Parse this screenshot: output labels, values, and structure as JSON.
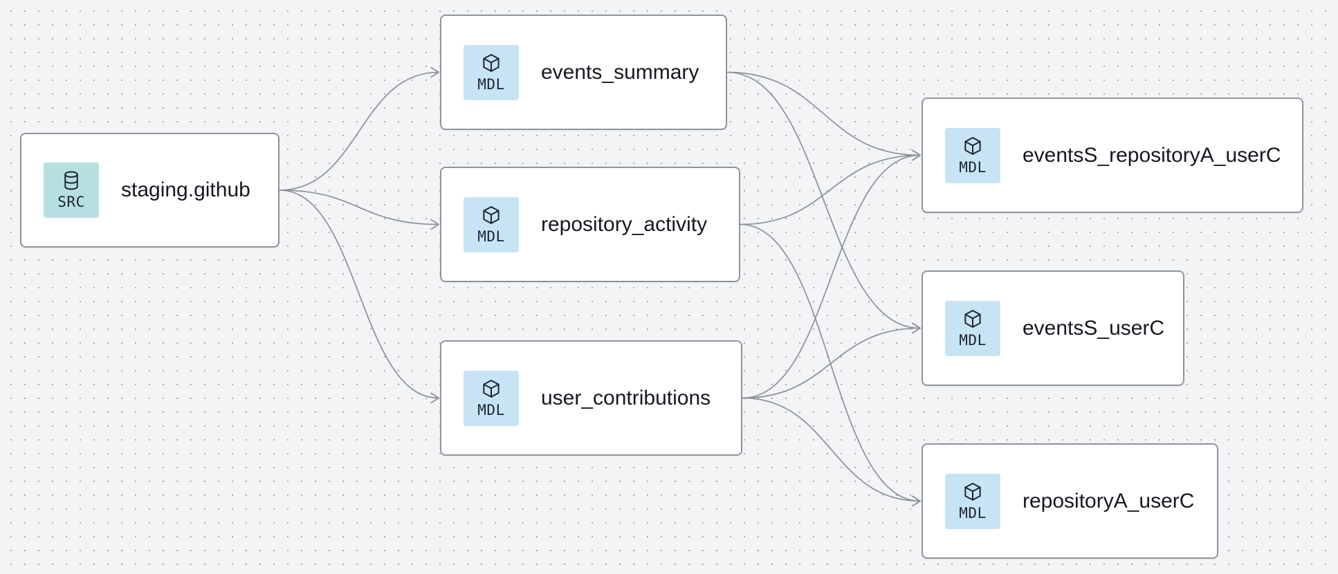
{
  "nodes": [
    {
      "id": "staging_github",
      "label": "staging.github",
      "badge": "SRC",
      "icon": "database-icon"
    },
    {
      "id": "events_summary",
      "label": "events_summary",
      "badge": "MDL",
      "icon": "cube-icon"
    },
    {
      "id": "repository_activity",
      "label": "repository_activity",
      "badge": "MDL",
      "icon": "cube-icon"
    },
    {
      "id": "user_contributions",
      "label": "user_contributions",
      "badge": "MDL",
      "icon": "cube-icon"
    },
    {
      "id": "eventsS_repositoryA_userC",
      "label": "eventsS_repositoryA_userC",
      "badge": "MDL",
      "icon": "cube-icon"
    },
    {
      "id": "eventsS_userC",
      "label": "eventsS_userC",
      "badge": "MDL",
      "icon": "cube-icon"
    },
    {
      "id": "repositoryA_userC",
      "label": "repositoryA_userC",
      "badge": "MDL",
      "icon": "cube-icon"
    }
  ],
  "edges": [
    {
      "from": "staging_github",
      "to": "events_summary"
    },
    {
      "from": "staging_github",
      "to": "repository_activity"
    },
    {
      "from": "staging_github",
      "to": "user_contributions"
    },
    {
      "from": "events_summary",
      "to": "eventsS_repositoryA_userC"
    },
    {
      "from": "events_summary",
      "to": "eventsS_userC"
    },
    {
      "from": "repository_activity",
      "to": "eventsS_repositoryA_userC"
    },
    {
      "from": "repository_activity",
      "to": "repositoryA_userC"
    },
    {
      "from": "user_contributions",
      "to": "eventsS_repositoryA_userC"
    },
    {
      "from": "user_contributions",
      "to": "eventsS_userC"
    },
    {
      "from": "user_contributions",
      "to": "repositoryA_userC"
    }
  ],
  "colors": {
    "src_badge": "#b6e0e0",
    "mdl_badge": "#c6e4f6",
    "edge": "#8f949c",
    "node_border": "#8f949c",
    "background": "#f3f4f6"
  }
}
